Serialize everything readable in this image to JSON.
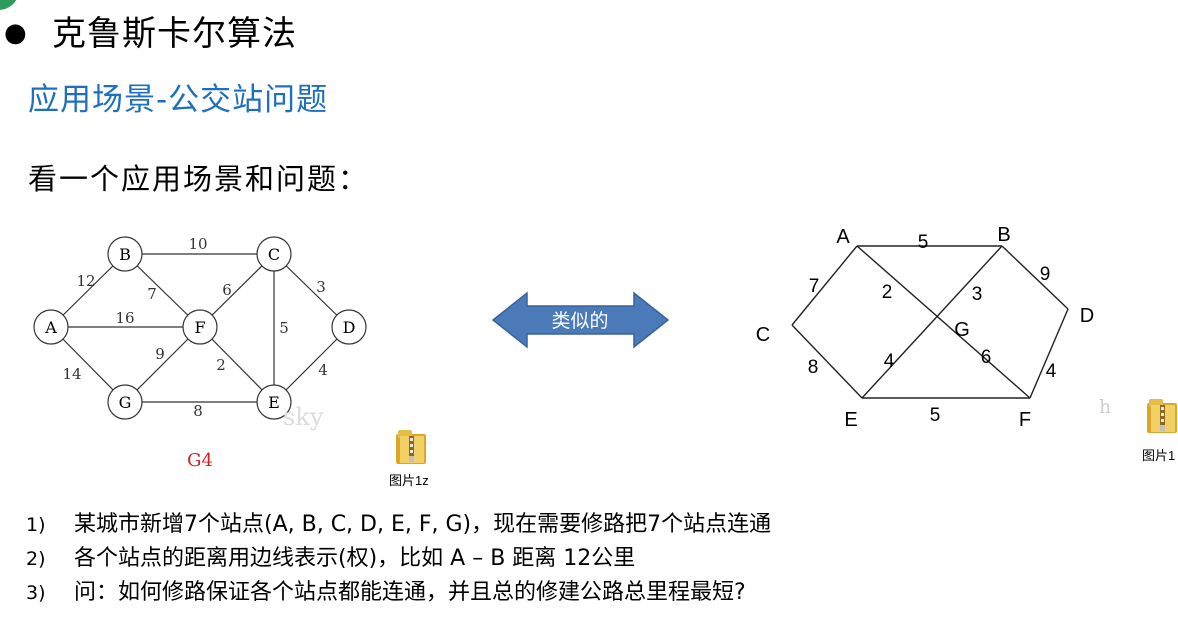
{
  "header": {
    "bullet": "●",
    "title": "克鲁斯卡尔算法",
    "subtitle": "应用场景-公交站问题",
    "intro": "看一个应用场景和问题："
  },
  "left_graph": {
    "label": "G4",
    "watermark": "sky",
    "nodes": [
      "A",
      "B",
      "C",
      "D",
      "E",
      "F",
      "G"
    ],
    "edges": [
      {
        "from": "A",
        "to": "B",
        "weight": "12"
      },
      {
        "from": "A",
        "to": "F",
        "weight": "16"
      },
      {
        "from": "A",
        "to": "G",
        "weight": "14"
      },
      {
        "from": "B",
        "to": "C",
        "weight": "10"
      },
      {
        "from": "B",
        "to": "F",
        "weight": "7"
      },
      {
        "from": "C",
        "to": "F",
        "weight": "6"
      },
      {
        "from": "C",
        "to": "E",
        "weight": "5"
      },
      {
        "from": "C",
        "to": "D",
        "weight": "3"
      },
      {
        "from": "D",
        "to": "E",
        "weight": "4"
      },
      {
        "from": "F",
        "to": "G",
        "weight": "9"
      },
      {
        "from": "F",
        "to": "E",
        "weight": "2"
      },
      {
        "from": "G",
        "to": "E",
        "weight": "8"
      }
    ]
  },
  "arrow": {
    "label": "类似的",
    "color": "#4a7ab8"
  },
  "right_graph": {
    "watermark": "h",
    "nodes": [
      "A",
      "B",
      "C",
      "D",
      "E",
      "F",
      "G"
    ],
    "edge_weights": {
      "AB": "5",
      "BD": "9",
      "AC": "7",
      "AG": "2",
      "BG": "3",
      "DF": "4",
      "CE": "8",
      "GE": "4",
      "GF": "6",
      "EF": "5"
    }
  },
  "files": [
    {
      "label": "图片1z",
      "icon": "zip-folder-icon"
    },
    {
      "label": "图片1",
      "icon": "zip-folder-icon"
    }
  ],
  "questions": [
    {
      "num": "1)",
      "text": "某城市新增7个站点(A, B, C, D, E, F, G)，现在需要修路把7个站点连通"
    },
    {
      "num": "2)",
      "text": "各个站点的距离用边线表示(权)，比如 A – B 距离 12公里"
    },
    {
      "num": "3)",
      "text": "问：如何修路保证各个站点都能连通，并且总的修建公路总里程最短?"
    }
  ]
}
